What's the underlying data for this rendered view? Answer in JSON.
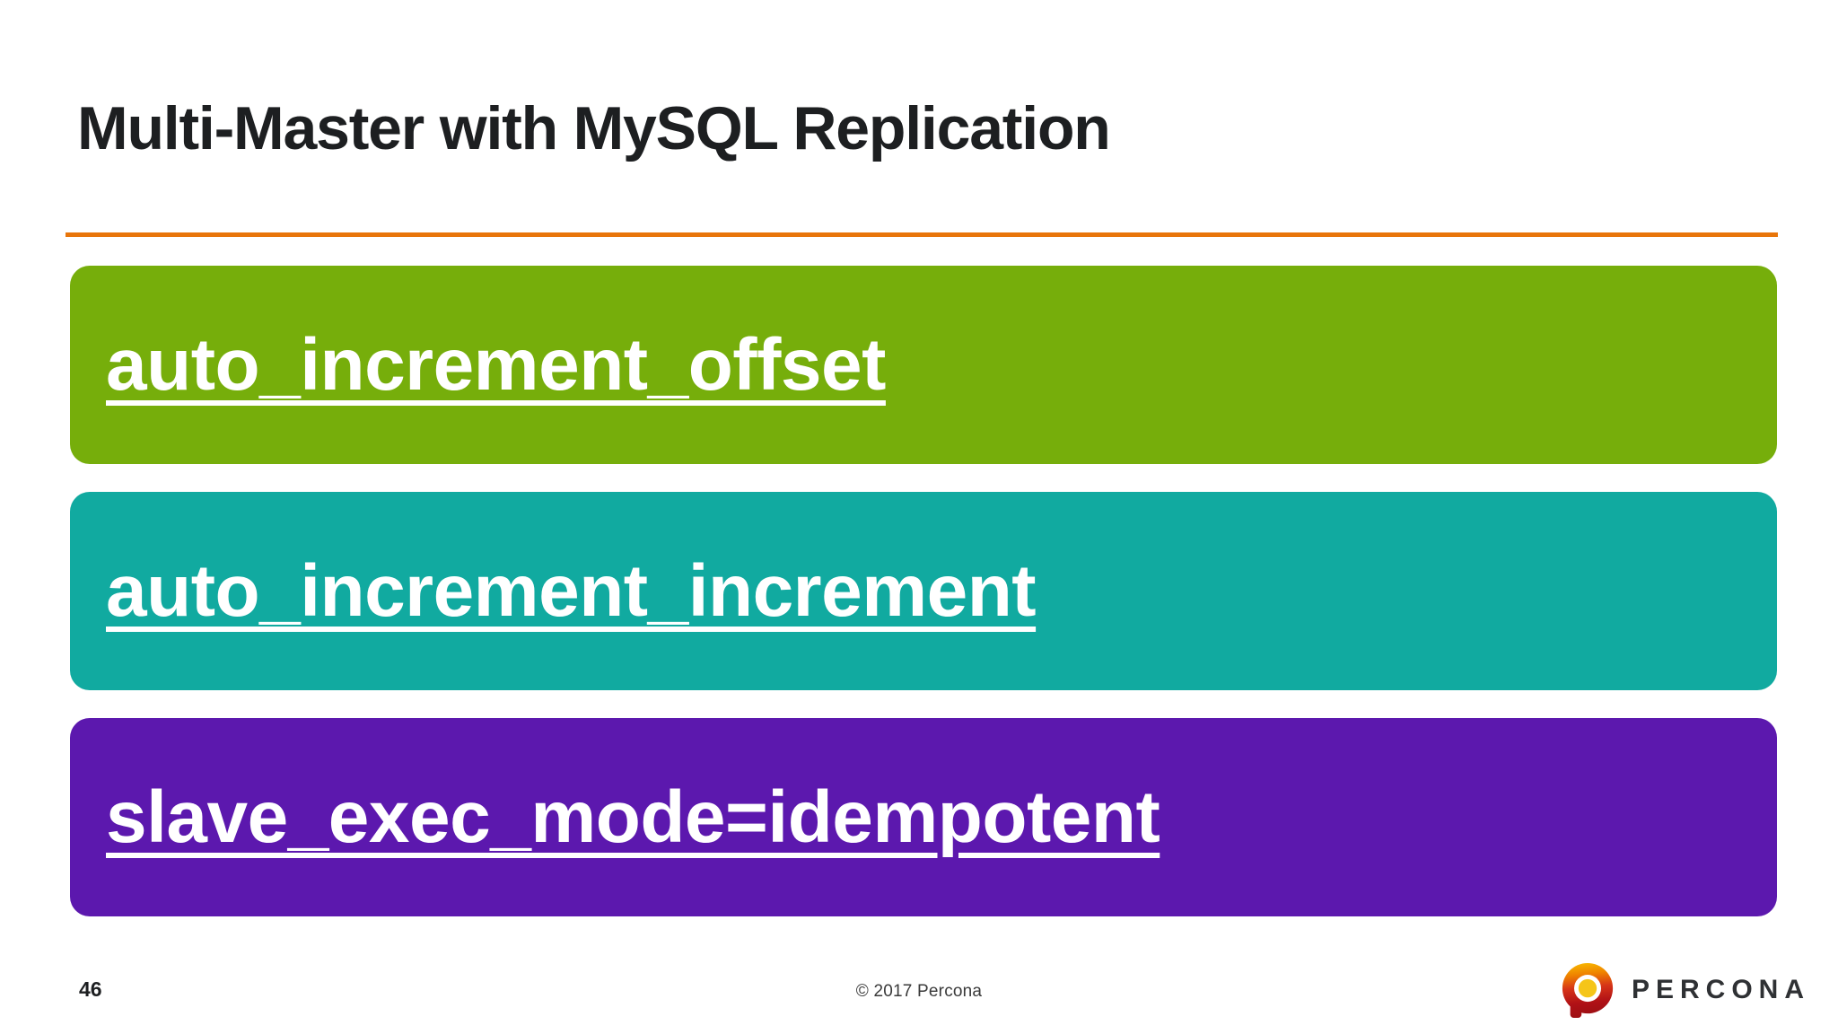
{
  "slide": {
    "title": "Multi-Master with MySQL Replication",
    "accent_rule_color": "#e8750a",
    "background_color": "#ffffff",
    "title_color": "#1d1f21"
  },
  "bars": [
    {
      "label": "auto_increment_offset",
      "color": "#76ae0b",
      "text_color": "#ffffff"
    },
    {
      "label": "auto_increment_increment",
      "color": "#11aaa0",
      "text_color": "#ffffff"
    },
    {
      "label": "slave_exec_mode=idempotent",
      "color": "#5c18ae",
      "text_color": "#ffffff"
    }
  ],
  "footer": {
    "page_number": "46",
    "copyright": "© 2017 Percona",
    "logo": {
      "wordmark": "PERCONA",
      "mark_name": "percona-p-logo-icon",
      "mark_gradient_top": "#f2a900",
      "mark_gradient_bottom": "#b01116",
      "mark_center_color": "#f5c518",
      "wordmark_color": "#2f3134"
    }
  }
}
